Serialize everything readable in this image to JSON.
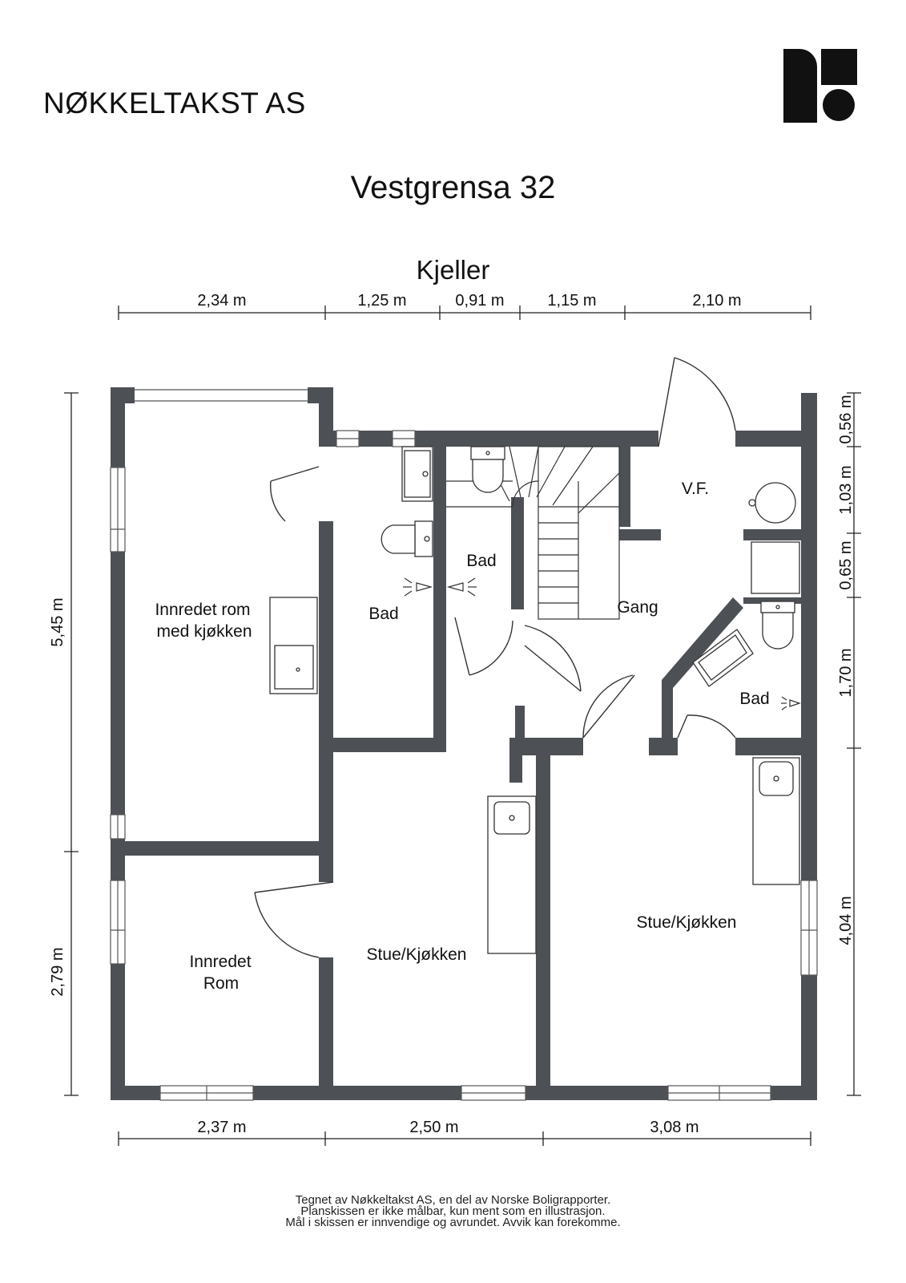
{
  "header": {
    "company": "NØKKELTAKST AS",
    "logo_icon": "nokkeltakst-logo-icon"
  },
  "title": {
    "address": "Vestgrensa 32",
    "floor": "Kjeller"
  },
  "rooms": {
    "innredet_rom_kjokken": [
      "Innredet rom",
      "med kjøkken"
    ],
    "bad_left": "Bad",
    "bad_middle": "Bad",
    "gang": "Gang",
    "vf": "V.F.",
    "bad_right": "Bad",
    "innredet_rom": [
      "Innredet",
      "Rom"
    ],
    "stue_kjokken_middle": "Stue/Kjøkken",
    "stue_kjokken_right": "Stue/Kjøkken"
  },
  "dimensions": {
    "top": [
      "2,34 m",
      "1,25 m",
      "0,91 m",
      "1,15 m",
      "2,10 m"
    ],
    "bottom": [
      "2,37 m",
      "2,50 m",
      "3,08 m"
    ],
    "left": [
      "5,45 m",
      "2,79 m"
    ],
    "right": [
      "0,56 m",
      "1,03 m",
      "0,65 m",
      "1,70 m",
      "4,04 m"
    ]
  },
  "footer": {
    "line1": "Tegnet av Nøkkeltakst AS, en del av Norske Boligrapporter.",
    "line2": "Planskissen er ikke målbar, kun ment som en illustrasjon.",
    "line3": "Mål i skissen er innvendige og avrundet. Avvik kan forekomme."
  },
  "colors": {
    "wall": "#4d5156",
    "fixture_stroke": "#333333",
    "text": "#111111"
  }
}
